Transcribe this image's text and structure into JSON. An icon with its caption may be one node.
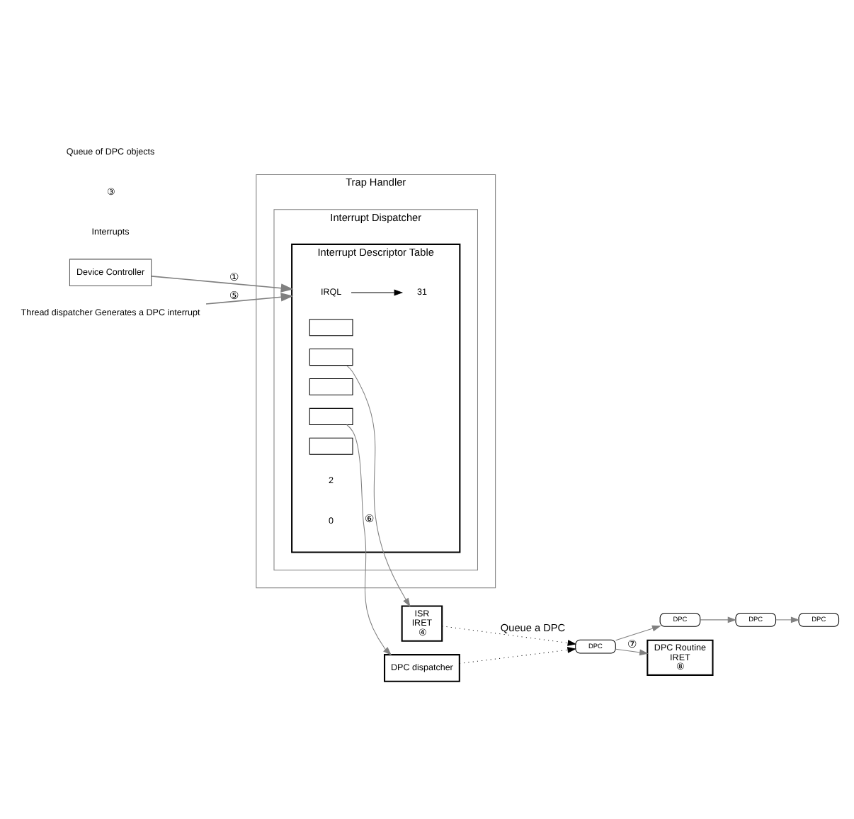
{
  "diagram": {
    "nodes": [
      {
        "text": [
          "Trap Handler"
        ]
      },
      {
        "text": [
          "Device Controller"
        ]
      },
      {
        "text": [
          "Interrupt Dispatcher"
        ],
        "in": 0
      },
      {
        "text": [
          "Interrupt Descriptor Table"
        ],
        "in": 2
      },
      {
        "text": [
          "IRQL"
        ],
        "in": 3
      },
      {
        "text": [
          "31"
        ],
        "in": 3
      },
      {
        "text": [],
        "shape": "box",
        "in": 3
      },
      {
        "text": [],
        "shape": "box",
        "in": 3
      },
      {
        "text": [],
        "shape": "box",
        "in": 3
      },
      {
        "text": [],
        "shape": "box",
        "in": 3
      },
      {
        "text": [],
        "shape": "box",
        "in": 3
      },
      {
        "text": [
          "ISR",
          "IRET",
          "④"
        ]
      },
      {
        "text": [
          "DPC dispatcher"
        ]
      },
      {
        "text": [
          "Thread dispatcher Generates a DPC interrupt"
        ]
      },
      {
        "text": [
          "DPC"
        ]
      },
      {
        "text": [
          "DPC"
        ]
      },
      {
        "text": [
          "DPC"
        ]
      },
      {
        "text": [
          "DPC"
        ]
      },
      {
        "text": [
          "DPC Routine",
          "IRET",
          "⑧"
        ]
      }
    ],
    "edges": [
      {
        "from": 1,
        "to": 3,
        "arrow": "to",
        "label": "①"
      },
      {
        "from": 13,
        "to": 3,
        "arrow": "to",
        "label": "⑤"
      },
      {
        "from": 4,
        "to": 5,
        "arrow": "to",
        "color": "#000000"
      },
      {
        "from": 7,
        "to": 11,
        "arrow": "to"
      },
      {
        "from": 9,
        "to": 12,
        "arrow": "to",
        "label": "⑥"
      },
      {
        "from": 11,
        "to": 17,
        "arrow": "to",
        "style": "dashed",
        "color": "#000000",
        "label": "Queue a DPC"
      },
      {
        "from": 12,
        "to": 17,
        "arrow": "to",
        "style": "dashed",
        "color": "#000000"
      },
      {
        "from": 17,
        "to": 16,
        "arrow": "to"
      },
      {
        "from": 16,
        "to": 15,
        "arrow": "to"
      },
      {
        "from": 15,
        "to": 14,
        "arrow": "to"
      },
      {
        "from": 17,
        "to": 18,
        "arrow": "to",
        "label": "⑦"
      }
    ],
    "labels": [
      "Interrupts",
      "2",
      "0",
      "③",
      "Queue of DPC objects"
    ]
  }
}
